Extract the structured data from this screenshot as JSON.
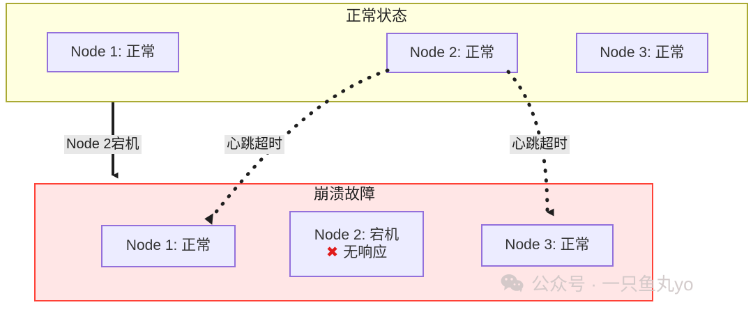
{
  "diagram": {
    "title_normal_state": "正常状态",
    "title_crash_fault": "崩溃故障",
    "colors": {
      "normal_container_fill": "#ffffe0",
      "normal_container_border": "#aaaa33",
      "fault_container_fill": "#ffe6e6",
      "fault_container_border": "#ff4136",
      "node_fill": "#ececff",
      "node_border": "#9370db",
      "edge_color": "#1f1f1f",
      "error_mark": "#e01b1b",
      "label_bg": "#e8e8e8",
      "watermark": "#cdc4c4"
    },
    "normal_nodes": [
      {
        "label": "Node 1: 正常"
      },
      {
        "label": "Node 2: 正常"
      },
      {
        "label": "Node 3: 正常"
      }
    ],
    "fault_nodes": [
      {
        "label": "Node 1: 正常"
      },
      {
        "label": "Node 2: 宕机",
        "sub_icon": "x-mark",
        "sub_label": "无响应"
      },
      {
        "label": "Node 3: 正常"
      }
    ],
    "edges": [
      {
        "label": "Node 2宕机",
        "style": "solid"
      },
      {
        "label": "心跳超时",
        "style": "dotted"
      },
      {
        "label": "心跳超时",
        "style": "dotted"
      }
    ]
  },
  "watermark": {
    "icon": "wechat-icon",
    "text": "公众号 · 一只鱼丸yo"
  }
}
